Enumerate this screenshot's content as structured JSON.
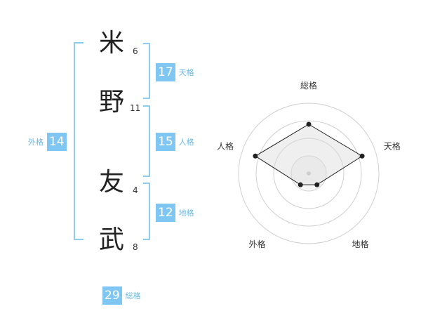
{
  "name": {
    "chars": [
      {
        "char": "米",
        "strokes": "6"
      },
      {
        "char": "野",
        "strokes": "11"
      },
      {
        "char": "友",
        "strokes": "4"
      },
      {
        "char": "武",
        "strokes": "8"
      }
    ]
  },
  "badges": {
    "tenkaku": {
      "value": "17",
      "label": "天格"
    },
    "jinkaku": {
      "value": "15",
      "label": "人格"
    },
    "chikaku": {
      "value": "12",
      "label": "地格"
    },
    "gaikaku": {
      "value": "14",
      "label": "外格"
    },
    "soukaku": {
      "value": "29",
      "label": "総格"
    }
  },
  "chart_data": {
    "type": "radar",
    "axes": [
      "総格",
      "天格",
      "地格",
      "外格",
      "人格"
    ],
    "values": [
      0.7,
      0.8,
      0.2,
      0.2,
      0.8
    ],
    "rings": 4,
    "max": 1
  }
}
